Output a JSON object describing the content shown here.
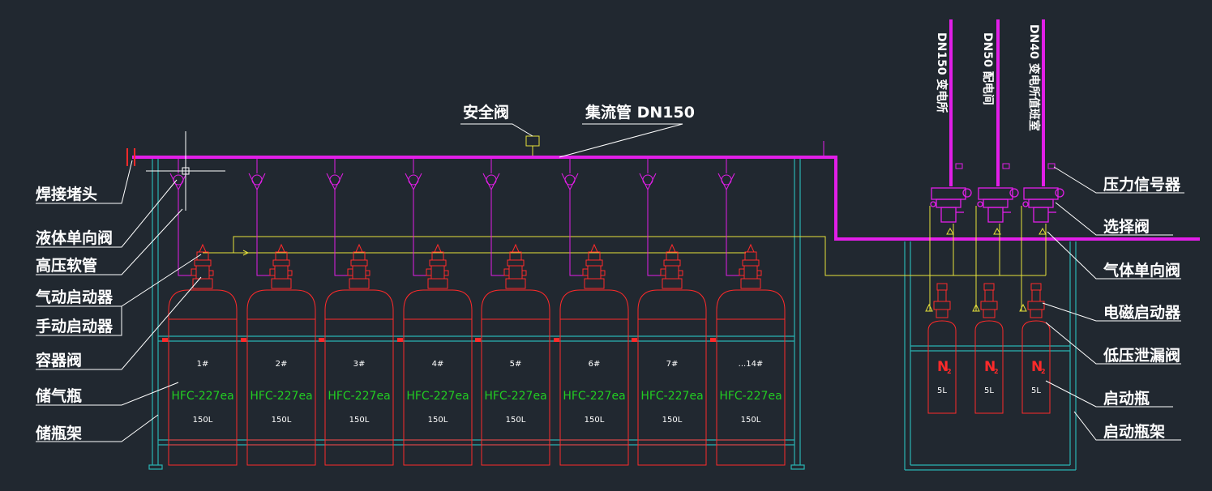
{
  "colors": {
    "background": "#212830",
    "pipe": "#e21ee8",
    "frame": "#29b3b3",
    "cylinder": "#ff2a2a",
    "control_line": "#e8e23a",
    "agent_text": "#22cc22",
    "label_text": "#ffffff",
    "leader": "#ffffff"
  },
  "top_labels": {
    "safety_valve": "安全阀",
    "manifold": "集流管 DN150"
  },
  "left_labels": [
    "焊接堵头",
    "液体单向阀",
    "高压软管",
    "气动启动器",
    "手动启动器",
    "容器阀",
    "储气瓶",
    "储瓶架"
  ],
  "right_labels": [
    "压力信号器",
    "选择阀",
    "气体单向阀",
    "电磁启动器",
    "低压泄漏阀",
    "启动瓶",
    "启动瓶架"
  ],
  "branches": [
    "DN150  变电所",
    "DN50  配电间",
    "DN40  变电所值班室"
  ],
  "cylinders": [
    {
      "number": "1#",
      "agent": "HFC-227ea",
      "volume": "150L"
    },
    {
      "number": "2#",
      "agent": "HFC-227ea",
      "volume": "150L"
    },
    {
      "number": "3#",
      "agent": "HFC-227ea",
      "volume": "150L"
    },
    {
      "number": "4#",
      "agent": "HFC-227ea",
      "volume": "150L"
    },
    {
      "number": "5#",
      "agent": "HFC-227ea",
      "volume": "150L"
    },
    {
      "number": "6#",
      "agent": "HFC-227ea",
      "volume": "150L"
    },
    {
      "number": "7#",
      "agent": "HFC-227ea",
      "volume": "150L"
    },
    {
      "number": "...14#",
      "agent": "HFC-227ea",
      "volume": "150L"
    }
  ],
  "start_bottles": [
    {
      "gas": "N",
      "sub": "2",
      "volume": "5L"
    },
    {
      "gas": "N",
      "sub": "2",
      "volume": "5L"
    },
    {
      "gas": "N",
      "sub": "2",
      "volume": "5L"
    }
  ]
}
